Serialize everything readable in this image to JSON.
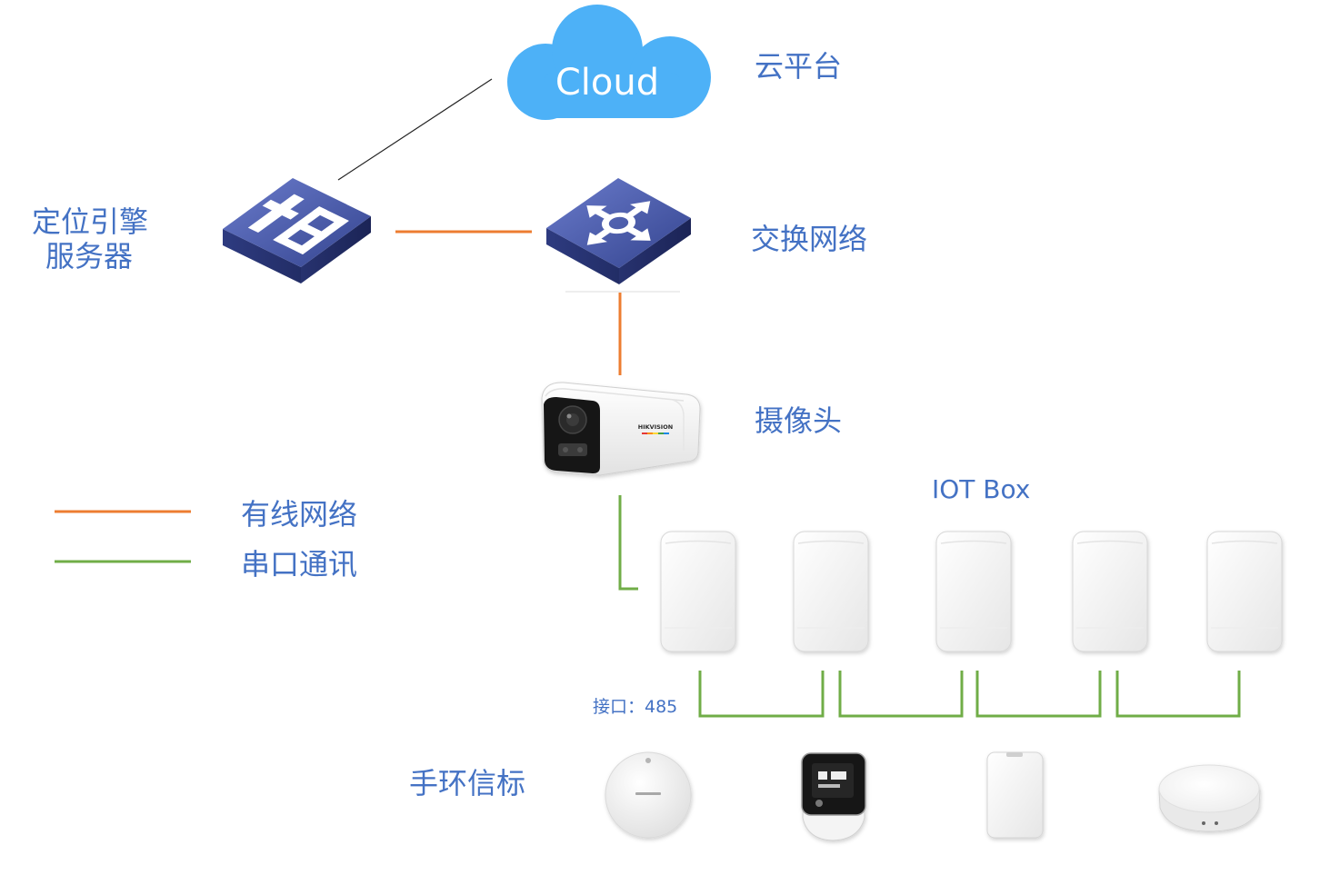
{
  "cloud": {
    "label": "Cloud",
    "caption": "云平台",
    "icon": "cloud-icon"
  },
  "engine_server": {
    "caption_line1": "定位引擎",
    "caption_line2": "服务器",
    "icon": "router-icon"
  },
  "switch": {
    "caption": "交换网络",
    "icon": "switch-icon"
  },
  "camera": {
    "caption": "摄像头",
    "brand": "HIKVISION",
    "icon": "camera-icon"
  },
  "iot_box": {
    "caption": "IOT Box",
    "icon": "iot-box-icon"
  },
  "serial_interface": {
    "caption": "接口：485"
  },
  "tags": {
    "caption": "手环信标",
    "items": [
      "round-beacon-icon",
      "wristband-icon",
      "card-beacon-icon",
      "disc-beacon-icon"
    ]
  },
  "legend": [
    {
      "label": "有线网络",
      "color": "#ED7D31"
    },
    {
      "label": "串口通讯",
      "color": "#70AD47"
    }
  ],
  "colors": {
    "text": "#4472C4",
    "cloud": "#4DB1F7",
    "wired": "#ED7D31",
    "serial": "#70AD47",
    "uplink": "#222222"
  }
}
